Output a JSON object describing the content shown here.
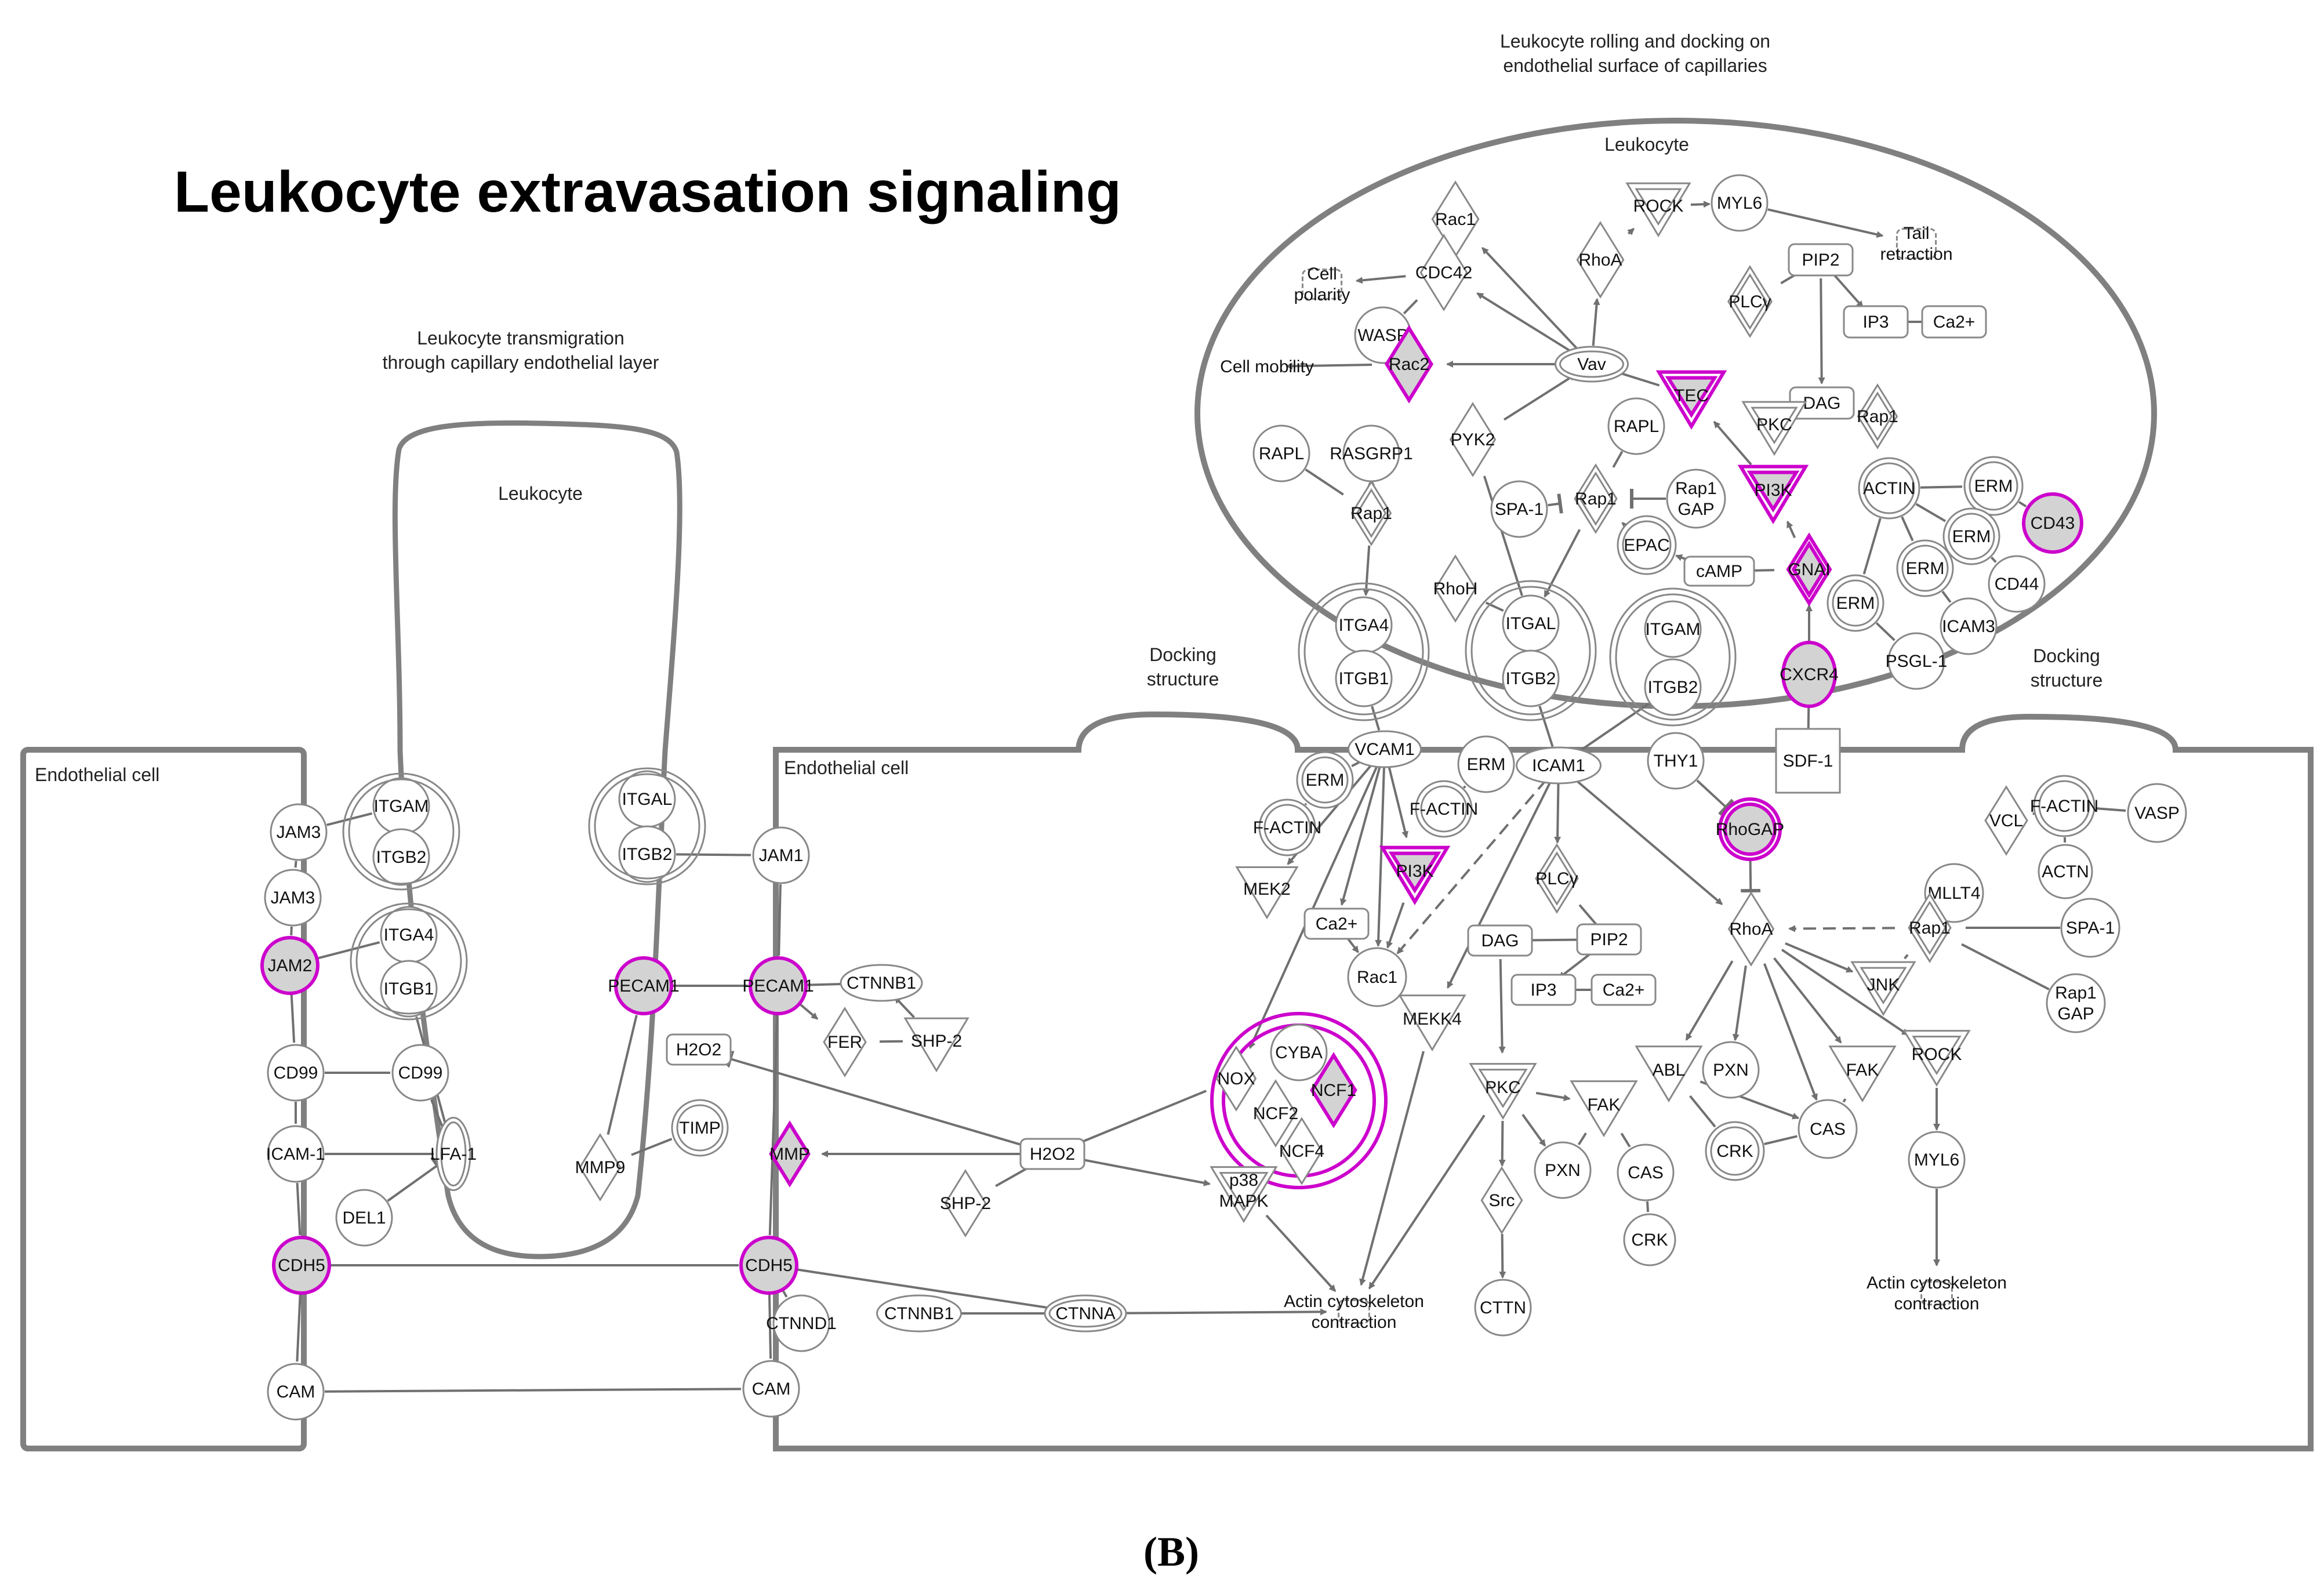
{
  "title": "Leukocyte extravasation signaling",
  "panel_label": "(B)",
  "regions": {
    "rolling_header": [
      "Leukocyte rolling and docking on",
      "endothelial surface of capillaries"
    ],
    "leukocyte_top": "Leukocyte",
    "transmigration_header": [
      "Leukocyte transmigration",
      "through capillary endothelial layer"
    ],
    "leukocyte_left": "Leukocyte",
    "endothelial_left": "Endothelial cell",
    "endothelial_right": "Endothelial cell",
    "docking_left": [
      "Docking",
      "structure"
    ],
    "docking_right": [
      "Docking",
      "structure"
    ]
  },
  "colors": {
    "highlight": "#cc00cc",
    "fill_highlight": "#d3d3d3",
    "edge": "#707070",
    "membrane": "#808080",
    "node_stroke": "#888888"
  },
  "nodes": [
    {
      "id": "n_rac1_top",
      "label": "Rac1",
      "shape": "diamond"
    },
    {
      "id": "n_rock_top",
      "label": "ROCK",
      "shape": "tri-double"
    },
    {
      "id": "n_myl6_top",
      "label": "MYL6",
      "shape": "circle"
    },
    {
      "id": "n_tail",
      "label": [
        "Tail",
        "retraction"
      ],
      "shape": "puzzle"
    },
    {
      "id": "n_cellpol",
      "label": [
        "Cell",
        "polarity"
      ],
      "shape": "puzzle"
    },
    {
      "id": "n_cdc42",
      "label": "CDC42",
      "shape": "diamond"
    },
    {
      "id": "n_rhoa_top",
      "label": "RhoA",
      "shape": "diamond"
    },
    {
      "id": "n_pip2_top",
      "label": "PIP2",
      "shape": "rect"
    },
    {
      "id": "n_plcg_top",
      "label": "PLCγ",
      "shape": "diamond-double"
    },
    {
      "id": "n_ip3_top",
      "label": "IP3",
      "shape": "rect"
    },
    {
      "id": "n_ca_top",
      "label": "Ca2+",
      "shape": "rect"
    },
    {
      "id": "n_wasp",
      "label": "WASP",
      "shape": "circle"
    },
    {
      "id": "n_cellmob",
      "label": "Cell mobility",
      "shape": "text"
    },
    {
      "id": "n_rac2",
      "label": "Rac2",
      "shape": "diamond",
      "highlight": true
    },
    {
      "id": "n_vav",
      "label": "Vav",
      "shape": "ellipse-double"
    },
    {
      "id": "n_tec",
      "label": "TEC",
      "shape": "tri-double",
      "highlight": true
    },
    {
      "id": "n_dag_top",
      "label": "DAG",
      "shape": "rect"
    },
    {
      "id": "n_rasgrp1",
      "label": "RASGRP1",
      "shape": "circle"
    },
    {
      "id": "n_pyk2",
      "label": "PYK2",
      "shape": "diamond"
    },
    {
      "id": "n_rapl_top",
      "label": "RAPL",
      "shape": "circle"
    },
    {
      "id": "n_pkc_top",
      "label": "PKC",
      "shape": "tri-double"
    },
    {
      "id": "n_rap1_tr",
      "label": "Rap1",
      "shape": "diamond-double"
    },
    {
      "id": "n_rapl_l",
      "label": "RAPL",
      "shape": "circle"
    },
    {
      "id": "n_rap1_l",
      "label": "Rap1",
      "shape": "diamond-double"
    },
    {
      "id": "n_spa1_top",
      "label": "SPA-1",
      "shape": "circle"
    },
    {
      "id": "n_rap1_m",
      "label": "Rap1",
      "shape": "diamond-double"
    },
    {
      "id": "n_rap1gap_top",
      "label": [
        "Rap1",
        "GAP"
      ],
      "shape": "circle"
    },
    {
      "id": "n_pi3k_top",
      "label": "PI3K",
      "shape": "tri-double",
      "highlight": true
    },
    {
      "id": "n_actin_top",
      "label": "ACTIN",
      "shape": "circle-double"
    },
    {
      "id": "n_erm_a",
      "label": "ERM",
      "shape": "circle-double"
    },
    {
      "id": "n_cd43",
      "label": "CD43",
      "shape": "circle",
      "highlight": true
    },
    {
      "id": "n_erm_b",
      "label": "ERM",
      "shape": "circle-double"
    },
    {
      "id": "n_epac",
      "label": "EPAC",
      "shape": "circle-double"
    },
    {
      "id": "n_camp",
      "label": "cAMP",
      "shape": "rect"
    },
    {
      "id": "n_gnai",
      "label": "GNAI",
      "shape": "diamond-double",
      "highlight": true
    },
    {
      "id": "n_rhoh",
      "label": "RhoH",
      "shape": "diamond"
    },
    {
      "id": "n_erm_c",
      "label": "ERM",
      "shape": "circle-double"
    },
    {
      "id": "n_cd44",
      "label": "CD44",
      "shape": "circle"
    },
    {
      "id": "n_erm_d",
      "label": "ERM",
      "shape": "circle-double"
    },
    {
      "id": "n_icam3",
      "label": "ICAM3",
      "shape": "circle"
    },
    {
      "id": "n_psgl1",
      "label": "PSGL-1",
      "shape": "circle"
    },
    {
      "id": "n_cxcr4",
      "label": "CXCR4",
      "shape": "ellipse",
      "highlight": true
    },
    {
      "id": "n_itga4_c",
      "label": "ITGA4",
      "shape": "circle-inner"
    },
    {
      "id": "n_itgb1_c",
      "label": "ITGB1",
      "shape": "circle-inner"
    },
    {
      "id": "n_itgal_c",
      "label": "ITGAL",
      "shape": "circle-inner"
    },
    {
      "id": "n_itgb2_c",
      "label": "ITGB2",
      "shape": "circle-inner"
    },
    {
      "id": "n_itgam_c",
      "label": "ITGAM",
      "shape": "circle-inner"
    },
    {
      "id": "n_itgb2_c2",
      "label": "ITGB2",
      "shape": "circle-inner"
    },
    {
      "id": "n_vcam1",
      "label": "VCAM1",
      "shape": "ellipse"
    },
    {
      "id": "n_erm_e",
      "label": "ERM",
      "shape": "circle"
    },
    {
      "id": "n_icam1",
      "label": "ICAM1",
      "shape": "ellipse"
    },
    {
      "id": "n_thy1",
      "label": "THY1",
      "shape": "circle"
    },
    {
      "id": "n_sdf1",
      "label": "SDF-1",
      "shape": "square"
    },
    {
      "id": "n_erm_f",
      "label": "ERM",
      "shape": "circle-double"
    },
    {
      "id": "n_factin_a",
      "label": "F-ACTIN",
      "shape": "circle-double"
    },
    {
      "id": "n_factin_b",
      "label": "F-ACTIN",
      "shape": "circle-double"
    },
    {
      "id": "n_mek2",
      "label": "MEK2",
      "shape": "triangle"
    },
    {
      "id": "n_pi3k_m",
      "label": "PI3K",
      "shape": "tri-double",
      "highlight": true
    },
    {
      "id": "n_plcg_m",
      "label": "PLCγ",
      "shape": "diamond-double"
    },
    {
      "id": "n_rhogap",
      "label": "RhoGAP",
      "shape": "circle-double",
      "highlight": true
    },
    {
      "id": "n_ca_m",
      "label": "Ca2+",
      "shape": "rect"
    },
    {
      "id": "n_dag_m",
      "label": "DAG",
      "shape": "rect"
    },
    {
      "id": "n_pip2_m",
      "label": "PIP2",
      "shape": "rect"
    },
    {
      "id": "n_rac1_m",
      "label": "Rac1",
      "shape": "circle"
    },
    {
      "id": "n_ip3_m",
      "label": "IP3",
      "shape": "rect"
    },
    {
      "id": "n_ca_m2",
      "label": "Ca2+",
      "shape": "rect"
    },
    {
      "id": "n_mekk4",
      "label": "MEKK4",
      "shape": "triangle"
    },
    {
      "id": "n_vcl",
      "label": "VCL",
      "shape": "diamond"
    },
    {
      "id": "n_factin_c",
      "label": "F-ACTIN",
      "shape": "circle-double"
    },
    {
      "id": "n_vasp",
      "label": "VASP",
      "shape": "circle"
    },
    {
      "id": "n_actn",
      "label": "ACTN",
      "shape": "circle"
    },
    {
      "id": "n_mllt4",
      "label": "MLLT4",
      "shape": "circle"
    },
    {
      "id": "n_spa1_r",
      "label": "SPA-1",
      "shape": "circle"
    },
    {
      "id": "n_rhoa_m",
      "label": "RhoA",
      "shape": "diamond"
    },
    {
      "id": "n_rap1_r",
      "label": "Rap1",
      "shape": "diamond-double"
    },
    {
      "id": "n_jnk",
      "label": "JNK",
      "shape": "tri-double"
    },
    {
      "id": "n_rap1gap_r",
      "label": [
        "Rap1",
        "GAP"
      ],
      "shape": "circle"
    },
    {
      "id": "n_abl",
      "label": "ABL",
      "shape": "triangle"
    },
    {
      "id": "n_pxn_r",
      "label": "PXN",
      "shape": "circle"
    },
    {
      "id": "n_fak_r",
      "label": "FAK",
      "shape": "triangle"
    },
    {
      "id": "n_rock_r",
      "label": "ROCK",
      "shape": "tri-double"
    },
    {
      "id": "n_crk_r",
      "label": "CRK",
      "shape": "circle-double"
    },
    {
      "id": "n_cas_r",
      "label": "CAS",
      "shape": "circle"
    },
    {
      "id": "n_myl6_r",
      "label": "MYL6",
      "shape": "circle"
    },
    {
      "id": "n_actin_r",
      "label": [
        "Actin cytoskeleton",
        "contraction"
      ],
      "shape": "puzzle"
    },
    {
      "id": "n_nox",
      "label": "NOX",
      "shape": "diamond"
    },
    {
      "id": "n_cyba",
      "label": "CYBA",
      "shape": "circle"
    },
    {
      "id": "n_ncf2",
      "label": "NCF2",
      "shape": "diamond"
    },
    {
      "id": "n_ncf1",
      "label": "NCF1",
      "shape": "diamond",
      "highlight": true
    },
    {
      "id": "n_ncf4",
      "label": "NCF4",
      "shape": "diamond"
    },
    {
      "id": "n_pkc_m",
      "label": "PKC",
      "shape": "tri-double"
    },
    {
      "id": "n_fak_m",
      "label": "FAK",
      "shape": "triangle"
    },
    {
      "id": "n_pxn_m",
      "label": "PXN",
      "shape": "circle"
    },
    {
      "id": "n_cas_m",
      "label": "CAS",
      "shape": "circle"
    },
    {
      "id": "n_crk_m",
      "label": "CRK",
      "shape": "circle"
    },
    {
      "id": "n_src",
      "label": "Src",
      "shape": "diamond"
    },
    {
      "id": "n_cttn",
      "label": "CTTN",
      "shape": "circle"
    },
    {
      "id": "n_p38",
      "label": [
        "p38",
        "MAPK"
      ],
      "shape": "tri-double"
    },
    {
      "id": "n_actin_m",
      "label": [
        "Actin cytoskeleton",
        "contraction"
      ],
      "shape": "puzzle"
    },
    {
      "id": "n_h2o2_m",
      "label": "H2O2",
      "shape": "rect"
    },
    {
      "id": "n_shp2_m",
      "label": "SHP-2",
      "shape": "diamond"
    },
    {
      "id": "n_jam3_a",
      "label": "JAM3",
      "shape": "circle"
    },
    {
      "id": "n_jam3_b",
      "label": "JAM3",
      "shape": "circle"
    },
    {
      "id": "n_jam2",
      "label": "JAM2",
      "shape": "circle",
      "highlight": true
    },
    {
      "id": "n_cd99_l",
      "label": "CD99",
      "shape": "circle"
    },
    {
      "id": "n_icam1_l",
      "label": "ICAM-1",
      "shape": "circle"
    },
    {
      "id": "n_cdh5_l",
      "label": "CDH5",
      "shape": "circle",
      "highlight": true
    },
    {
      "id": "n_cam_l",
      "label": "CAM",
      "shape": "circle"
    },
    {
      "id": "n_itgam_l",
      "label": "ITGAM",
      "shape": "circle-inner"
    },
    {
      "id": "n_itgb2_l",
      "label": "ITGB2",
      "shape": "circle-inner"
    },
    {
      "id": "n_itga4_l",
      "label": "ITGA4",
      "shape": "circle-inner"
    },
    {
      "id": "n_itgb1_l",
      "label": "ITGB1",
      "shape": "circle-inner"
    },
    {
      "id": "n_cd99_m",
      "label": "CD99",
      "shape": "circle"
    },
    {
      "id": "n_lfa1",
      "label": "LFA-1",
      "shape": "ellipse-double"
    },
    {
      "id": "n_del1",
      "label": "DEL1",
      "shape": "circle"
    },
    {
      "id": "n_itgal_l",
      "label": "ITGAL",
      "shape": "circle-inner"
    },
    {
      "id": "n_itgb2_l2",
      "label": "ITGB2",
      "shape": "circle-inner"
    },
    {
      "id": "n_pecam_a",
      "label": "PECAM1",
      "shape": "circle",
      "highlight": true
    },
    {
      "id": "n_mmp9",
      "label": "MMP9",
      "shape": "diamond"
    },
    {
      "id": "n_timp",
      "label": "TIMP",
      "shape": "circle-double"
    },
    {
      "id": "n_jam1",
      "label": "JAM1",
      "shape": "circle"
    },
    {
      "id": "n_pecam_b",
      "label": "PECAM1",
      "shape": "circle",
      "highlight": true
    },
    {
      "id": "n_ctnnb1_a",
      "label": "CTNNB1",
      "shape": "ellipse"
    },
    {
      "id": "n_fer",
      "label": "FER",
      "shape": "diamond"
    },
    {
      "id": "n_shp2_a",
      "label": "SHP-2",
      "shape": "triangle"
    },
    {
      "id": "n_h2o2_a",
      "label": "H2O2",
      "shape": "rect"
    },
    {
      "id": "n_mmp",
      "label": "MMP",
      "shape": "diamond",
      "highlight": true
    },
    {
      "id": "n_cdh5_r",
      "label": "CDH5",
      "shape": "circle",
      "highlight": true
    },
    {
      "id": "n_ctnnd1",
      "label": "CTNND1",
      "shape": "circle"
    },
    {
      "id": "n_ctnnb1_b",
      "label": "CTNNB1",
      "shape": "ellipse"
    },
    {
      "id": "n_ctnna",
      "label": "CTNNA",
      "shape": "ellipse-double"
    },
    {
      "id": "n_cam_r",
      "label": "CAM",
      "shape": "circle"
    }
  ]
}
